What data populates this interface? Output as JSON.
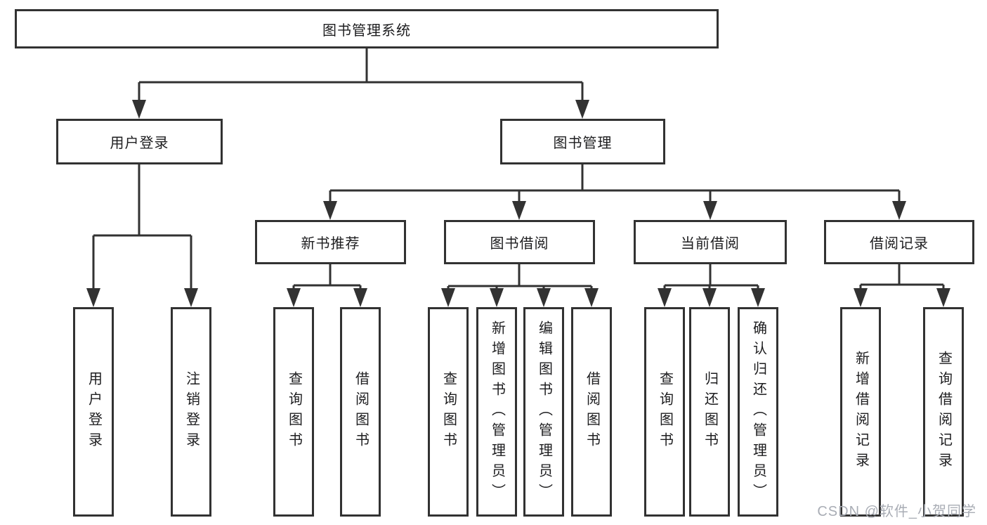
{
  "diagram": {
    "root": {
      "label": "图书管理系统"
    },
    "level2": [
      {
        "label": "用户登录"
      },
      {
        "label": "图书管理"
      }
    ],
    "level3": [
      {
        "label": "新书推荐"
      },
      {
        "label": "图书借阅"
      },
      {
        "label": "当前借阅"
      },
      {
        "label": "借阅记录"
      }
    ],
    "leaves": {
      "user_login": [
        "用户登录",
        "注销登录"
      ],
      "new_book": [
        "查询图书",
        "借阅图书"
      ],
      "book_borrow": [
        "查询图书",
        "新增图书（管理员）",
        "编辑图书（管理员）",
        "借阅图书"
      ],
      "current_borrow": [
        "查询图书",
        "归还图书",
        "确认归还（管理员）"
      ],
      "borrow_records": [
        "新增借阅记录",
        "查询借阅记录"
      ]
    },
    "watermark": "CSDN @软件_小贺同学",
    "colors": {
      "line": "#323232",
      "border": "#323232",
      "background": "#ffffff",
      "text": "#1d1d1f",
      "watermark": "#a9adb5"
    }
  }
}
